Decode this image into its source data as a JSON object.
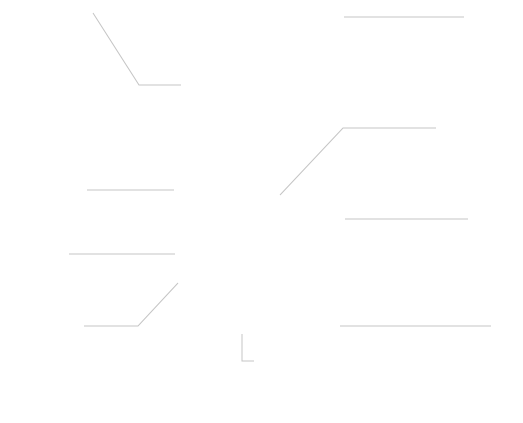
{
  "diagram": {
    "kind": "callout-leader-lines",
    "labels_visible": false,
    "line_color": "#c4c4c4",
    "background_color": "#ffffff",
    "leaders": [
      {
        "id": "leader-1",
        "shape": "bent"
      },
      {
        "id": "leader-2",
        "shape": "straight"
      },
      {
        "id": "leader-3",
        "shape": "bent"
      },
      {
        "id": "leader-4",
        "shape": "straight"
      },
      {
        "id": "leader-5",
        "shape": "straight"
      },
      {
        "id": "leader-6",
        "shape": "straight"
      },
      {
        "id": "leader-7",
        "shape": "bent"
      },
      {
        "id": "leader-8",
        "shape": "straight"
      },
      {
        "id": "leader-9",
        "shape": "bent"
      }
    ]
  }
}
